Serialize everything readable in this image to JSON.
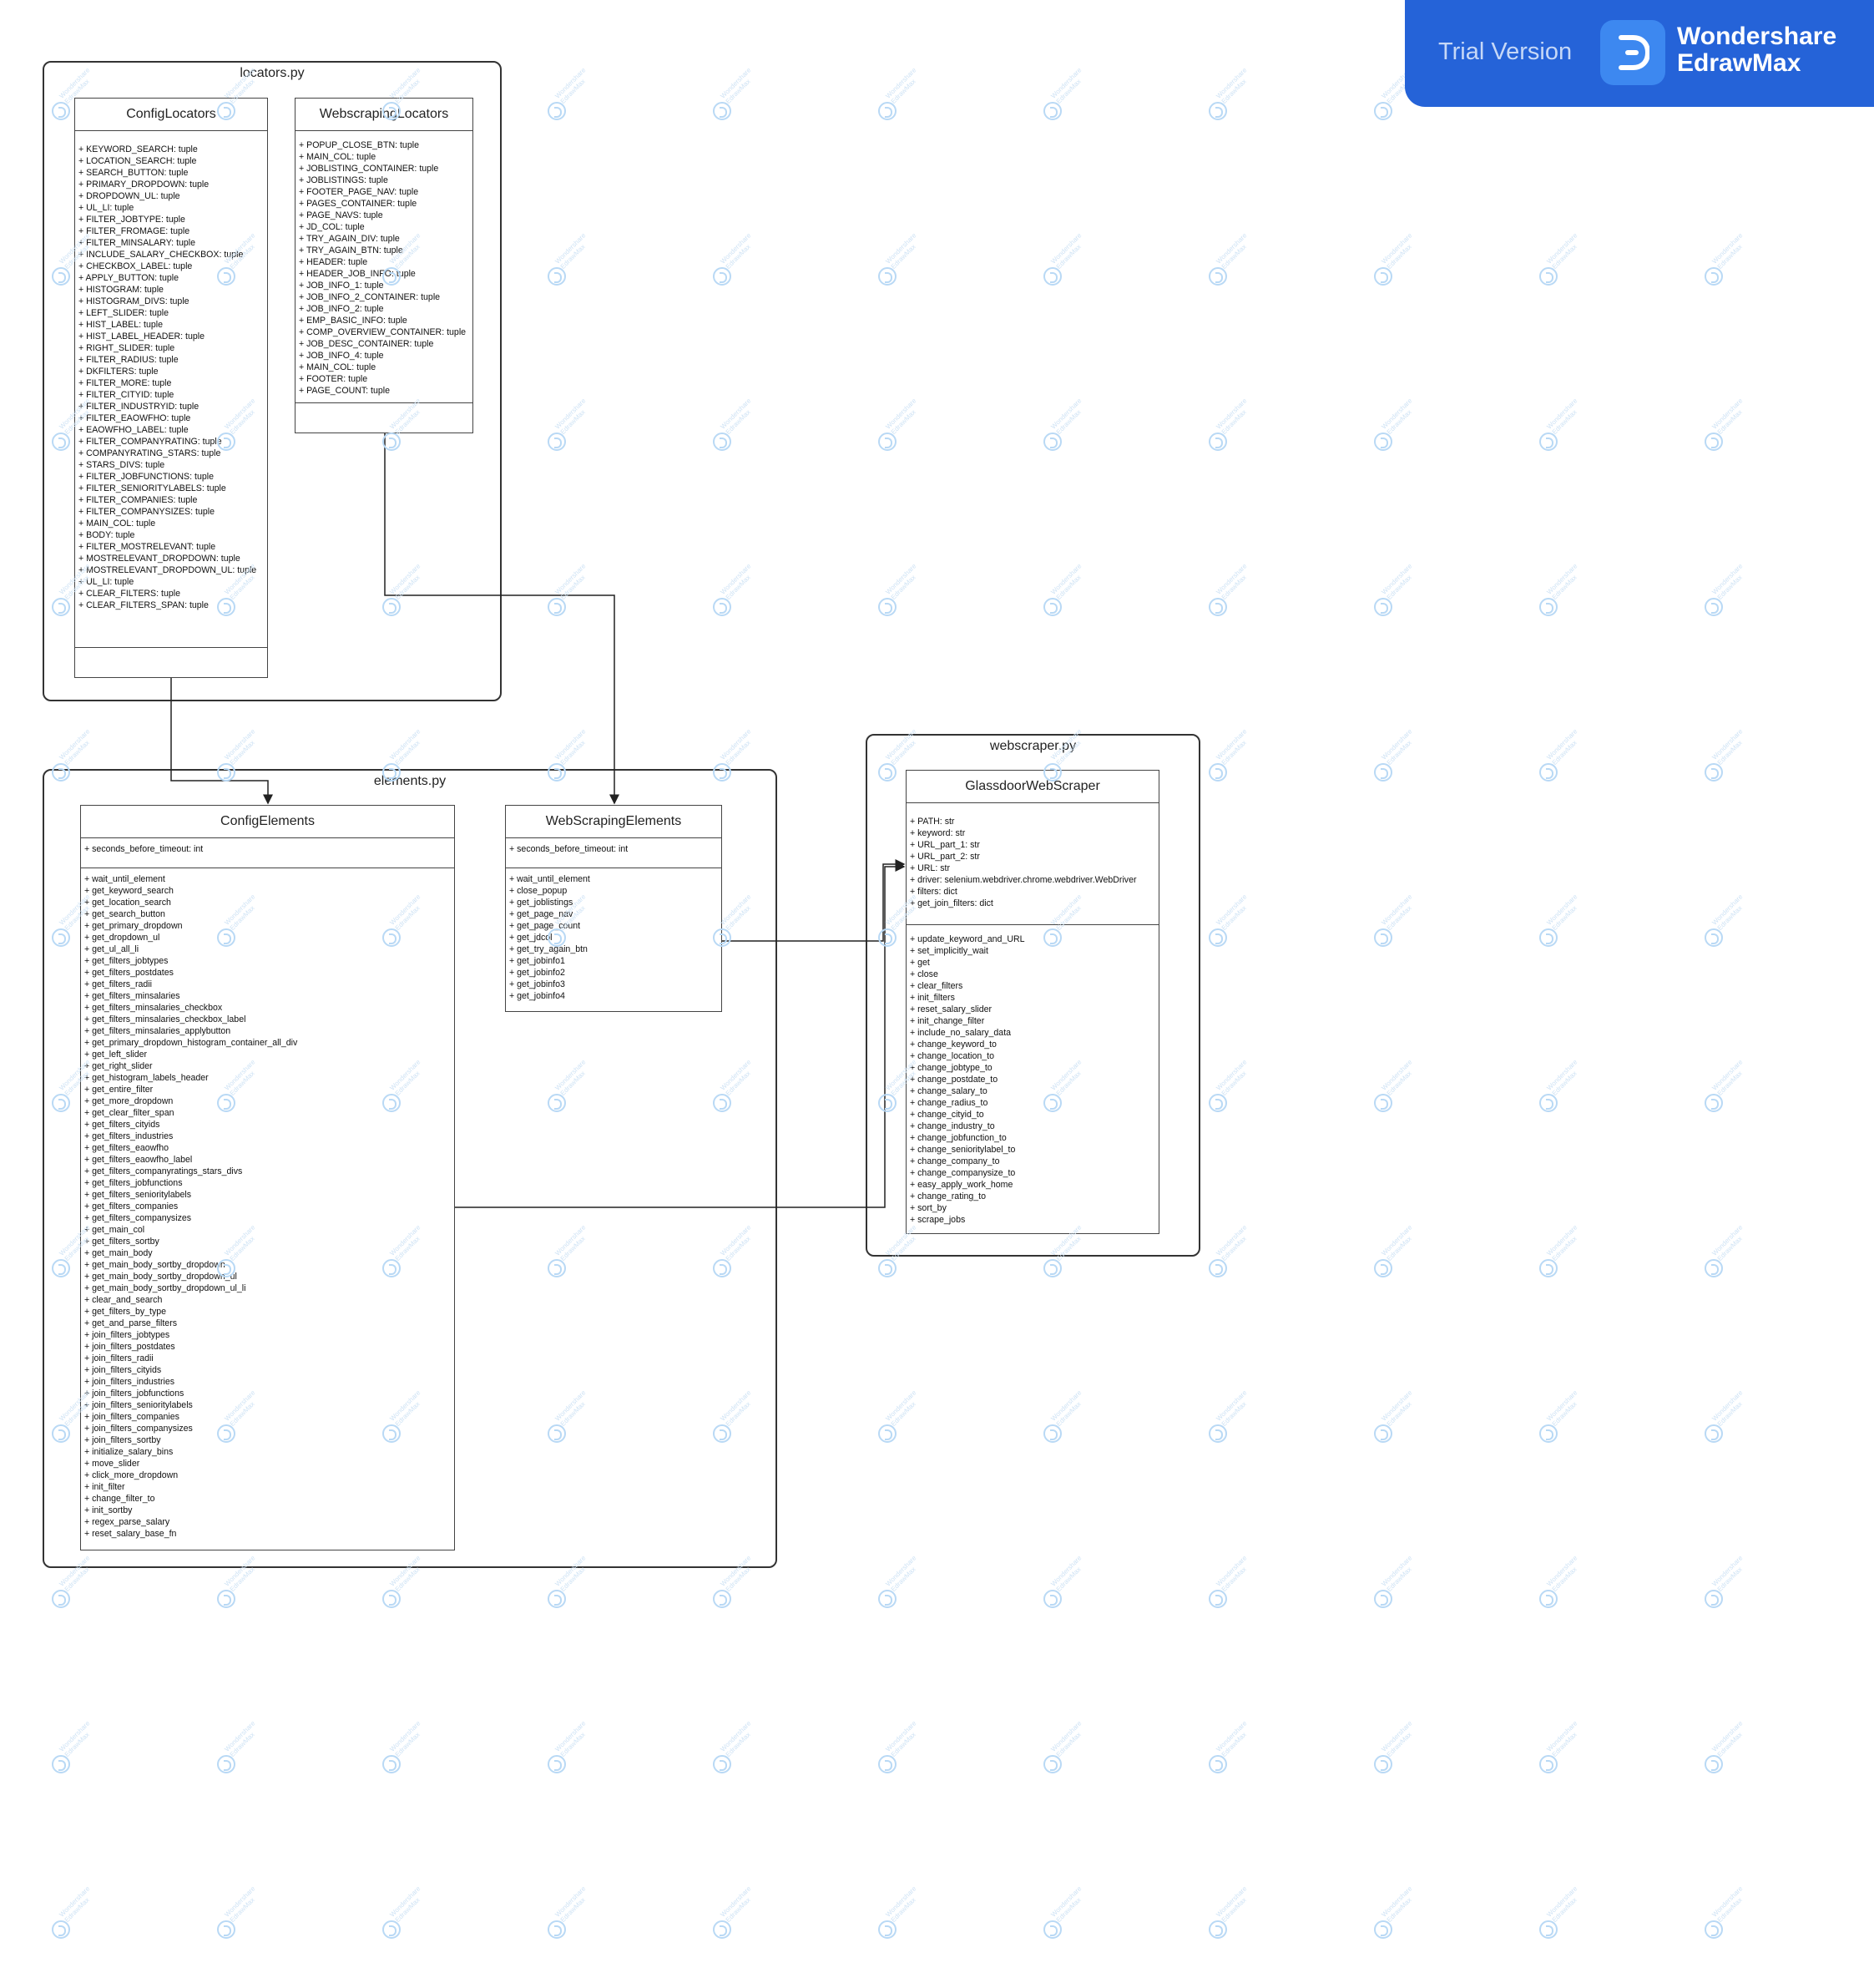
{
  "banner": {
    "trial": "Trial Version",
    "brand_line1": "Wondershare",
    "brand_line2": "EdrawMax"
  },
  "watermark": {
    "line1": "Wondershare",
    "line2": "EdrawMax"
  },
  "packages": {
    "locators": "locators.py",
    "elements": "elements.py",
    "webscraper": "webscraper.py"
  },
  "classes": {
    "config_locators": {
      "name": "ConfigLocators",
      "attributes": [
        "+ KEYWORD_SEARCH: tuple",
        "+ LOCATION_SEARCH: tuple",
        "+ SEARCH_BUTTON: tuple",
        "+ PRIMARY_DROPDOWN: tuple",
        "+ DROPDOWN_UL: tuple",
        "+ UL_LI: tuple",
        "+ FILTER_JOBTYPE: tuple",
        "+ FILTER_FROMAGE: tuple",
        "+ FILTER_MINSALARY: tuple",
        "+ INCLUDE_SALARY_CHECKBOX: tuple",
        "+ CHECKBOX_LABEL: tuple",
        "+ APPLY_BUTTON: tuple",
        "+ HISTOGRAM: tuple",
        "+ HISTOGRAM_DIVS: tuple",
        "+ LEFT_SLIDER: tuple",
        "+ HIST_LABEL: tuple",
        "+ HIST_LABEL_HEADER: tuple",
        "+ RIGHT_SLIDER: tuple",
        "+ FILTER_RADIUS: tuple",
        "+ DKFILTERS: tuple",
        "+ FILTER_MORE: tuple",
        "+ FILTER_CITYID: tuple",
        "+ FILTER_INDUSTRYID: tuple",
        "+ FILTER_EAOWFHO: tuple",
        "+ EAOWFHO_LABEL: tuple",
        "+ FILTER_COMPANYRATING: tuple",
        "+ COMPANYRATING_STARS: tuple",
        "+ STARS_DIVS: tuple",
        "+ FILTER_JOBFUNCTIONS: tuple",
        "+ FILTER_SENIORITYLABELS: tuple",
        "+ FILTER_COMPANIES: tuple",
        "+ FILTER_COMPANYSIZES: tuple",
        "+ MAIN_COL: tuple",
        "+ BODY: tuple",
        "+ FILTER_MOSTRELEVANT: tuple",
        "+ MOSTRELEVANT_DROPDOWN: tuple",
        "+ MOSTRELEVANT_DROPDOWN_UL: tuple",
        "+ UL_LI: tuple",
        "+ CLEAR_FILTERS: tuple",
        "+ CLEAR_FILTERS_SPAN: tuple"
      ],
      "methods": []
    },
    "webscraping_locators": {
      "name": "WebscrapingLocators",
      "attributes": [
        "+ POPUP_CLOSE_BTN: tuple",
        "+ MAIN_COL: tuple",
        "+ JOBLISTING_CONTAINER: tuple",
        "+ JOBLISTINGS: tuple",
        "+ FOOTER_PAGE_NAV: tuple",
        "+ PAGES_CONTAINER: tuple",
        "+ PAGE_NAVS: tuple",
        "+ JD_COL: tuple",
        "+ TRY_AGAIN_DIV: tuple",
        "+ TRY_AGAIN_BTN: tuple",
        "+ HEADER: tuple",
        "+ HEADER_JOB_INFO: tuple",
        "+ JOB_INFO_1: tuple",
        "+ JOB_INFO_2_CONTAINER: tuple",
        "+ JOB_INFO_2: tuple",
        "+ EMP_BASIC_INFO: tuple",
        "+ COMP_OVERVIEW_CONTAINER: tuple",
        "+ JOB_DESC_CONTAINER: tuple",
        "+ JOB_INFO_4: tuple",
        "+ MAIN_COL: tuple",
        "+ FOOTER: tuple",
        "+ PAGE_COUNT: tuple"
      ],
      "methods": []
    },
    "config_elements": {
      "name": "ConfigElements",
      "attributes": [
        "+ seconds_before_timeout: int"
      ],
      "methods": [
        "+ wait_until_element",
        "+ get_keyword_search",
        "+ get_location_search",
        "+ get_search_button",
        "+ get_primary_dropdown",
        "+ get_dropdown_ul",
        "+ get_ul_all_li",
        "+ get_filters_jobtypes",
        "+ get_filters_postdates",
        "+ get_filters_radii",
        "+ get_filters_minsalaries",
        "+ get_filters_minsalaries_checkbox",
        "+ get_filters_minsalaries_checkbox_label",
        "+ get_filters_minsalaries_applybutton",
        "+ get_primary_dropdown_histogram_container_all_div",
        "+ get_left_slider",
        "+ get_right_slider",
        "+ get_histogram_labels_header",
        "+ get_entire_filter",
        "+ get_more_dropdown",
        "+ get_clear_filter_span",
        "+ get_filters_cityids",
        "+ get_filters_industries",
        "+ get_filters_eaowfho",
        "+ get_filters_eaowfho_label",
        "+ get_filters_companyratings_stars_divs",
        "+ get_filters_jobfunctions",
        "+ get_filters_senioritylabels",
        "+ get_filters_companies",
        "+ get_filters_companysizes",
        "+ get_main_col",
        "+ get_filters_sortby",
        "+ get_main_body",
        "+ get_main_body_sortby_dropdown",
        "+ get_main_body_sortby_dropdown_ul",
        "+ get_main_body_sortby_dropdown_ul_li",
        "+ clear_and_search",
        "+ get_filters_by_type",
        "+ get_and_parse_filters",
        "+ join_filters_jobtypes",
        "+ join_filters_postdates",
        "+ join_filters_radii",
        "+ join_filters_cityids",
        "+ join_filters_industries",
        "+ join_filters_jobfunctions",
        "+ join_filters_senioritylabels",
        "+ join_filters_companies",
        "+ join_filters_companysizes",
        "+ join_filters_sortby",
        "+ initialize_salary_bins",
        "+ move_slider",
        "+ click_more_dropdown",
        "+ init_filter",
        "+ change_filter_to",
        "+ init_sortby",
        "+ regex_parse_salary",
        "+ reset_salary_base_fn"
      ]
    },
    "webscraping_elements": {
      "name": "WebScrapingElements",
      "attributes": [
        "+ seconds_before_timeout: int"
      ],
      "methods": [
        "+ wait_until_element",
        "+ close_popup",
        "+ get_joblistings",
        "+ get_page_nav",
        "+ get_page_count",
        "+ get_jdcol",
        "+ get_try_again_btn",
        "+ get_jobinfo1",
        "+ get_jobinfo2",
        "+ get_jobinfo3",
        "+ get_jobinfo4"
      ]
    },
    "glassdoor_webscraper": {
      "name": "GlassdoorWebScraper",
      "attributes": [
        "+ PATH: str",
        "+ keyword: str",
        "+ URL_part_1: str",
        "+ URL_part_2: str",
        "+ URL: str",
        "+ driver: selenium.webdriver.chrome.webdriver.WebDriver",
        "+ filters: dict",
        "+ get_join_filters: dict"
      ],
      "methods": [
        "+ update_keyword_and_URL",
        "+ set_implicitly_wait",
        "+ get",
        "+ close",
        "+ clear_filters",
        "+ init_filters",
        "+ reset_salary_slider",
        "+ init_change_filter",
        "+ include_no_salary_data",
        "+ change_keyword_to",
        "+ change_location_to",
        "+ change_jobtype_to",
        "+ change_postdate_to",
        "+ change_salary_to",
        "+ change_radius_to",
        "+ change_cityid_to",
        "+ change_industry_to",
        "+ change_jobfunction_to",
        "+ change_senioritylabel_to",
        "+ change_company_to",
        "+ change_companysize_to",
        "+ easy_apply_work_home",
        "+ change_rating_to",
        "+ sort_by",
        "+ scrape_jobs"
      ]
    }
  }
}
